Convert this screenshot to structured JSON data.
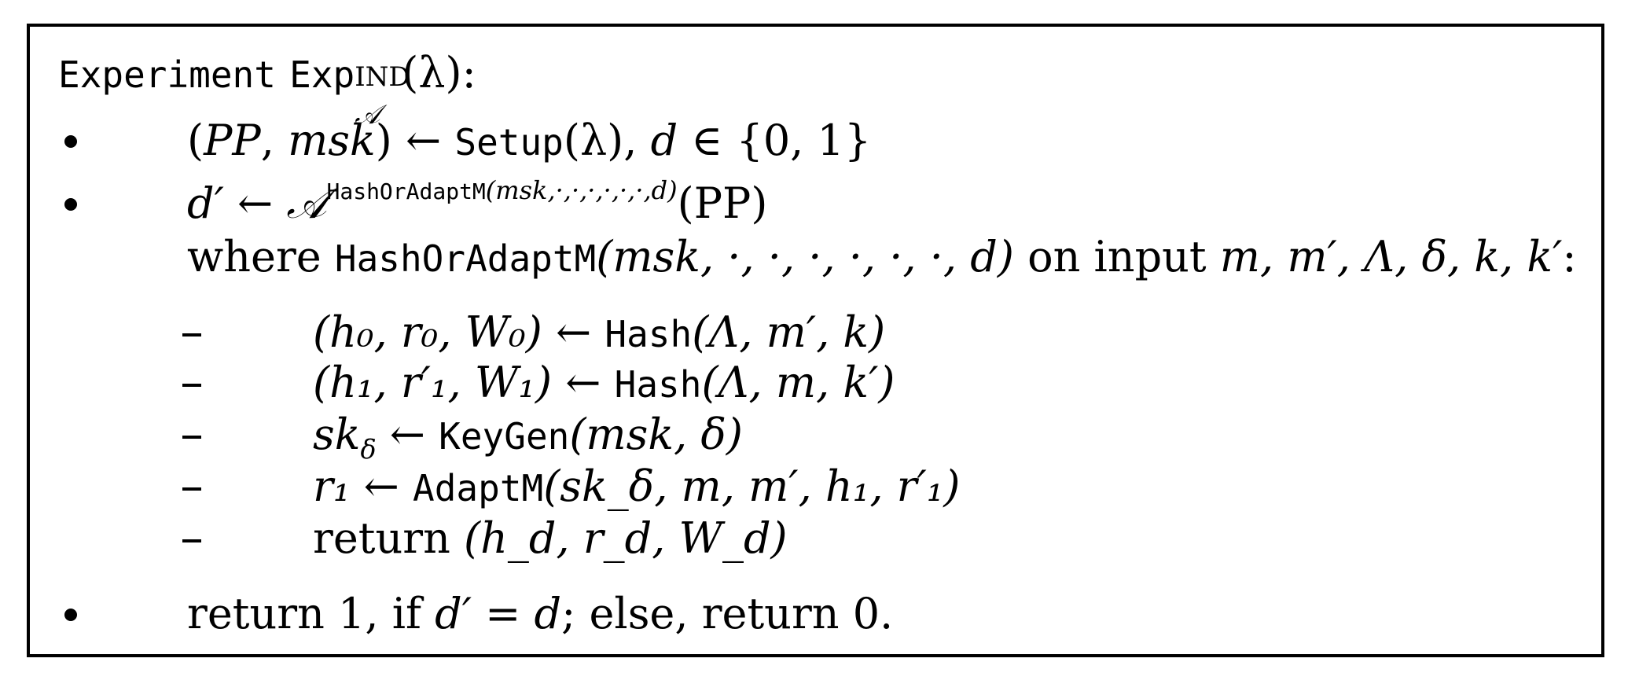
{
  "title": {
    "keyword": "Experiment",
    "name": "Exp",
    "superscript": "IND",
    "subscript": "𝒜",
    "arg": "(λ):"
  },
  "steps": [
    {
      "marker": "bullet",
      "pre": "(",
      "v1": "PP",
      "comma1": ", ",
      "v2": "msk",
      "mid": ") ← ",
      "fn": "Setup",
      "post": "(λ), ",
      "v3": "d",
      "tail": " ∈ {0, 1}"
    },
    {
      "marker": "bullet",
      "lhs": "d′ ← ",
      "adv": "𝒜",
      "oracle_fn": "HashOrAdaptM",
      "oracle_args": "(msk,·,·,·,·,·,·,d)",
      "arg": "(PP)",
      "where_word": "where ",
      "where_fn": "HashOrAdaptM",
      "where_args": "(msk, ·, ·, ·, ·, ·, ·, d)",
      "where_tail_word": " on input ",
      "where_inputs": "m, m′, Λ, δ, k, k′",
      "where_colon": ":"
    }
  ],
  "substeps": [
    {
      "marker": "dash",
      "lhs": "(h₀, r₀, W₀) ← ",
      "fn": "Hash",
      "args": "(Λ, m′, k)"
    },
    {
      "marker": "dash",
      "lhs": "(h₁, r′₁, W₁) ← ",
      "fn": "Hash",
      "args": "(Λ, m, k′)"
    },
    {
      "marker": "dash",
      "lhs_main": "sk",
      "lhs_sub": "δ",
      "arrow": " ← ",
      "fn": "KeyGen",
      "args": "(msk, δ)"
    },
    {
      "marker": "dash",
      "lhs": "r₁ ← ",
      "fn": "AdaptM",
      "args": "(sk_δ, m, m′, h₁, r′₁)"
    },
    {
      "marker": "dash",
      "word": "return ",
      "args": "(h_d, r_d, W_d)"
    }
  ],
  "final": {
    "marker": "bullet",
    "text1": "return 1, if ",
    "cond": "d′ = d",
    "text2": "; else, return 0."
  }
}
